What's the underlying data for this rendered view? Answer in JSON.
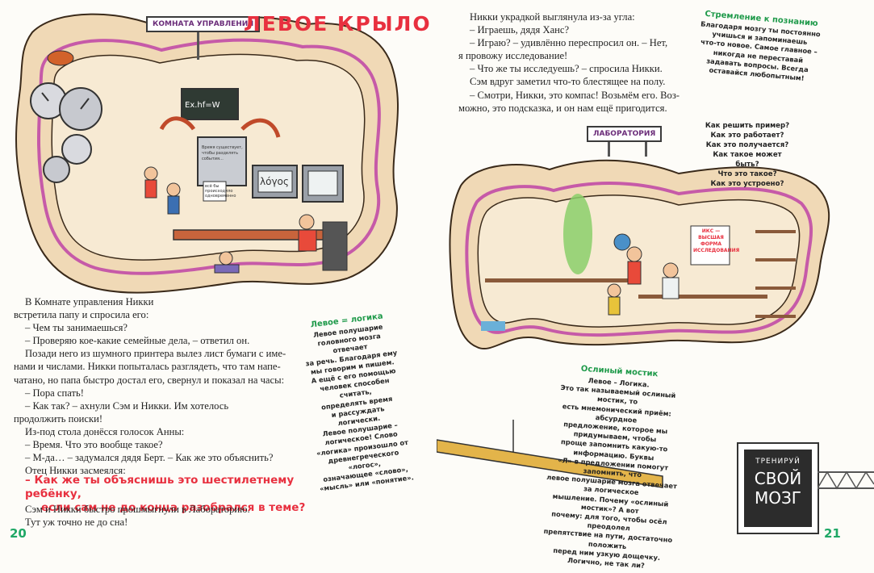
{
  "left_page": {
    "sign": "КОМНАТА УПРАВЛЕНИЯ",
    "title": "ЛЕВОЕ КРЫЛО",
    "illustration_texts": {
      "board": "Ex.hf=W",
      "printer_note": "Время существует, чтобы разделять события...",
      "screen_note": "всё бы происходило одновременно",
      "screen_logos": "λόγος"
    },
    "story": [
      "В Комнате управления Никки",
      "встретила папу и спросила его:",
      "– Чем ты занимаешься?",
      "– Проверяю кое-какие семейные дела, – ответил он.",
      "Позади него из шумного принтера вылез лист бумаги с име-",
      "нами и числами. Никки попыталась разглядеть, что там напе-",
      "чатано, но папа быстро достал его, свернул и показал на часы:",
      "– Пора спать!",
      "– Как так? – ахнули Сэм и Никки. Им хотелось",
      "продолжить поиски!",
      "Из-под стола донёсся голосок Анны:",
      "– Время. Что это вообще такое?",
      "– М-да… – задумался дядя Берт. – Как же это объяснить?",
      "Отец Никки засмеялся:"
    ],
    "red_quote_1": "– Как же ты объяснишь это шестилетнему ребёнку,",
    "red_quote_2": "если сам не до конца разобрался в теме?",
    "ending": [
      "Сэм и Никки быстро прошмыгнули в Лабораторию.",
      "Тут уж точно не до сна!"
    ],
    "note_title": "Левое = логика",
    "note_lines": [
      "Левое полушарие",
      "головного мозга отвечает",
      "за речь. Благодаря ему",
      "мы говорим и пишем.",
      "А ещё с его помощью",
      "человек способен считать,",
      "определять время",
      "и рассуждать логически.",
      "Левое полушарие –",
      "логическое! Слово",
      "«логика» произошло от",
      "древнегреческого «логос»,",
      "означающее «слово»,",
      "«мысль» или «понятие»."
    ],
    "page_number": "20"
  },
  "right_page": {
    "story": [
      "Никки украдкой выглянула из-за угла:",
      "– Играешь, дядя Ханс?",
      "– Играю? – удивлённо переспросил он. – Нет,",
      "я провожу исследование!",
      "– Что же ты исследуешь? – спросила Никки.",
      "Сэм вдруг заметил что-то блестящее на полу.",
      "– Смотри, Никки, это компас! Возьмём его. Воз-",
      "можно, это подсказка, и он нам ещё пригодится."
    ],
    "curiosity_title": "Стремление к познанию",
    "curiosity_lines": [
      "Благодаря мозгу ты постоянно",
      "учишься и запоминаешь",
      "что-то новое. Самое главное –",
      "никогда не переставай",
      "задавать вопросы. Всегда",
      "оставайся любопытным!"
    ],
    "lab_sign": "ЛАБОРАТОРИЯ",
    "questions": [
      "Как решить пример?",
      "Как это работает?",
      "Как это получается?",
      "Как такое может быть?",
      "Что это такое?",
      "Как это устроено?"
    ],
    "poster_text": "ИКС — ВЫСШАЯ ФОРМА ИССЛЕДОВАНИЯ",
    "bridge_title": "Ослиный мостик",
    "bridge_lines": [
      "Левое – Логика.",
      "Это так называемый ослиный мостик, то",
      "есть мнемонический приём: абсурдное",
      "предложение, которое мы придумываем, чтобы",
      "проще запомнить какую-то информацию. Буквы",
      "«Л» в предложении помогут запомнить, что",
      "левое полушарие мозга отвечает за логическое",
      "мышление. Почему «ослиный мостик»? А вот",
      "почему: для того, чтобы осёл преодолел",
      "препятствие на пути, достаточно положить",
      "перед ним узкую дощечку. Логично, не так ли?"
    ],
    "train_sign": [
      "ТРЕНИРУЙ",
      "СВОЙ",
      "МОЗГ"
    ],
    "page_number": "21"
  },
  "colors": {
    "title_red": "#e8303f",
    "accent_green": "#1f9a4a",
    "sign_purple": "#6b2d7a",
    "brain_outline": "#c65aa8",
    "parchment": "#f0d9b6"
  }
}
